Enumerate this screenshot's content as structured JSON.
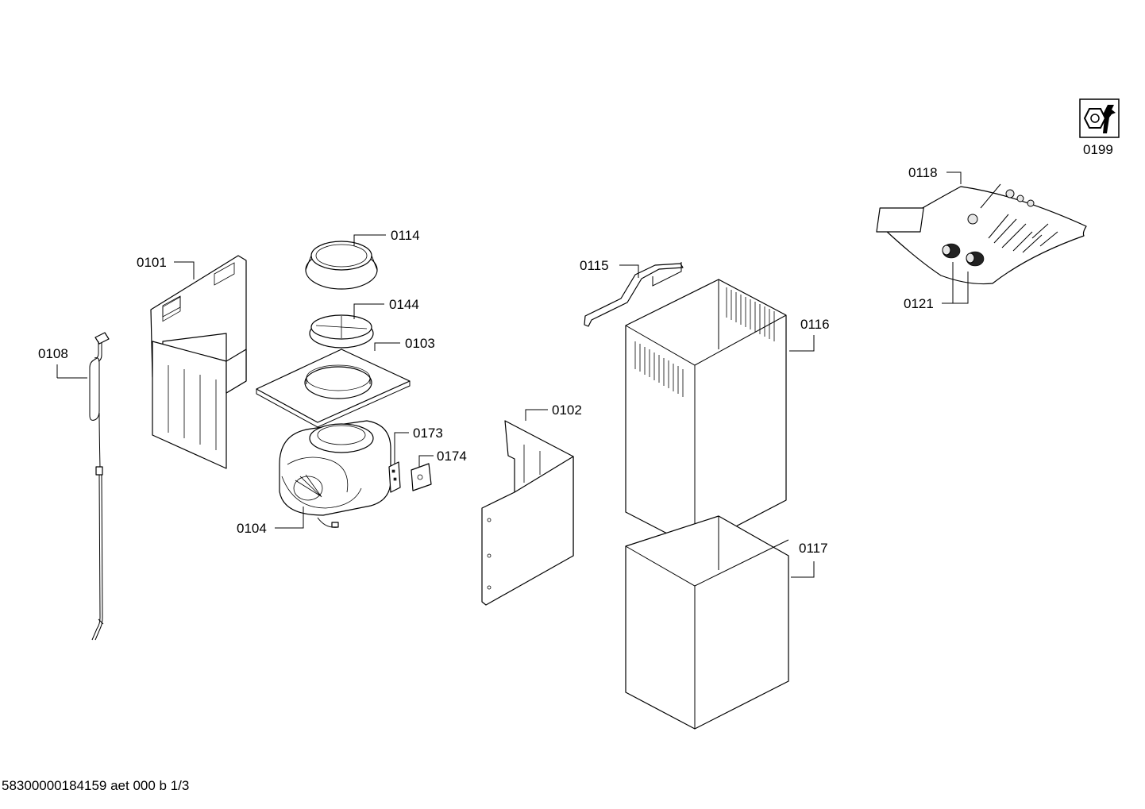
{
  "diagram": {
    "labels": {
      "p0101": "0101",
      "p0102": "0102",
      "p0103": "0103",
      "p0104": "0104",
      "p0108": "0108",
      "p0114": "0114",
      "p0115": "0115",
      "p0116": "0116",
      "p0117": "0117",
      "p0118": "0118",
      "p0121": "0121",
      "p0144": "0144",
      "p0173": "0173",
      "p0174": "0174",
      "p0199": "0199"
    },
    "tool_icon": "wrench-nut-icon"
  },
  "footer": {
    "doc_code": "58300000184159 aet 000 b 1/3"
  }
}
